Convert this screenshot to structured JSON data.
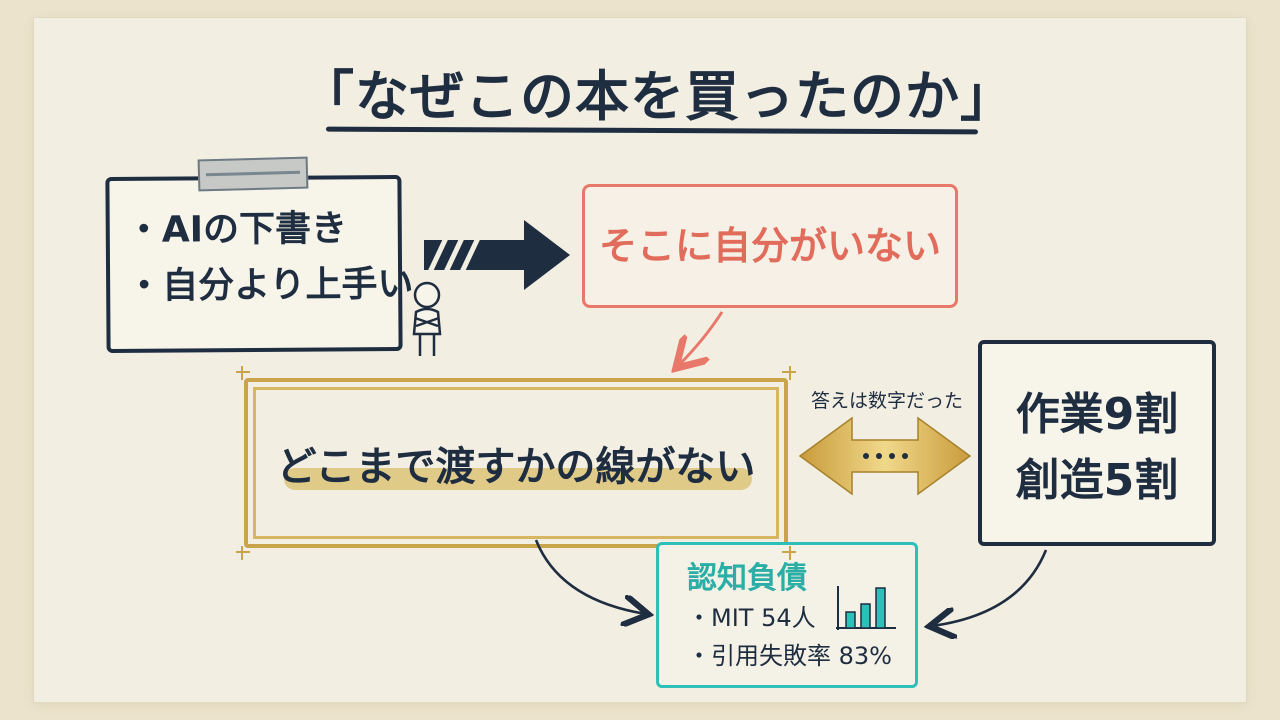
{
  "title": "「なぜこの本を買ったのか」",
  "ai_box": {
    "line1": "・AIの下書き",
    "line2": "・自分より上手い"
  },
  "notme_box": {
    "text": "そこに自分がいない"
  },
  "line_box": {
    "text": "どこまで渡すかの線がない"
  },
  "ratio_box": {
    "line1": "作業9割",
    "line2": "創造5割"
  },
  "arrow_caption": "答えは数字だった",
  "debt_box": {
    "heading": "認知負債",
    "line1": "・MIT 54人",
    "line2": "・引用失敗率 83%"
  },
  "colors": {
    "ink": "#1f2d40",
    "coral": "#e8786a",
    "gold": "#c9a44a",
    "teal": "#2cc0b8",
    "paper": "#f2eee2"
  }
}
